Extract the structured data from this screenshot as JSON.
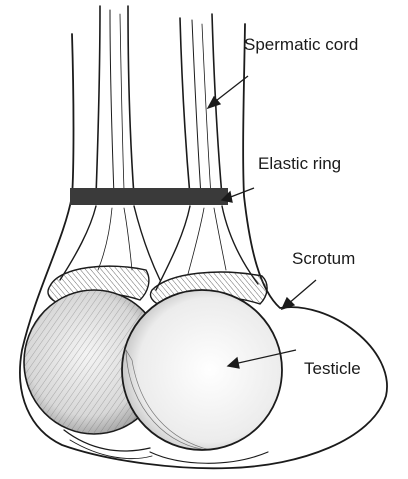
{
  "labels": {
    "spermatic_cord": "Spermatic cord",
    "elastic_ring": "Elastic ring",
    "scrotum": "Scrotum",
    "testicle": "Testicle"
  },
  "colors": {
    "ink": "#1b1b1b",
    "ring": "#3a3a3a",
    "background": "#ffffff"
  }
}
